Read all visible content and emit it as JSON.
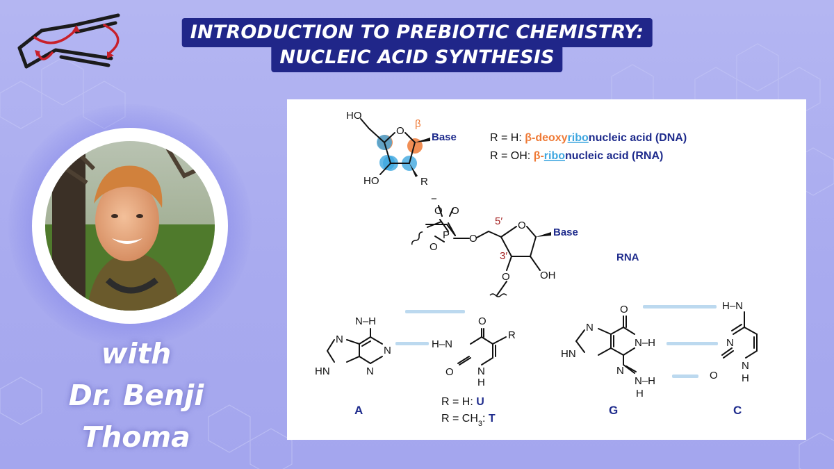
{
  "title": {
    "line1": "INTRODUCTION TO PREBIOTIC CHEMISTRY:",
    "line2": "NUCLEIC ACID SYNTHESIS"
  },
  "caption": {
    "with": "with",
    "name_line1": "Dr. Benji",
    "name_line2": "Thoma"
  },
  "colors": {
    "title_bg": "#202689",
    "background": "#a9abef",
    "accent_orange": "#ef7a36",
    "accent_blue": "#3fa7e0",
    "label_navy": "#1e2b8c",
    "locant_red": "#a31f1f",
    "hbond_blue": "#bcd9ef"
  },
  "icons": {
    "logo": "cyclohexene-reaction-arrows-logo",
    "portrait": "presenter-photo"
  },
  "chemistry": {
    "ribose": {
      "ho_top": "HO",
      "ring_o": "O",
      "beta": "β",
      "base": "Base",
      "ho_bottom": "HO",
      "r": "R"
    },
    "definitions": {
      "dna": {
        "prefix": "R = H: ",
        "beta": "β",
        "part1": "-deoxy",
        "ribo": "ribo",
        "part2": "nucleic acid (DNA)"
      },
      "rna": {
        "prefix": "R = OH: ",
        "beta": "β",
        "dash": "-",
        "ribo": "ribo",
        "part2": "nucleic acid (RNA)"
      }
    },
    "rna_backbone": {
      "charge": "−",
      "o_top": "O",
      "o_right": "O",
      "o_left": "O",
      "p": "P",
      "o_ester": "O",
      "five_prime": "5′",
      "ring_o": "O",
      "base": "Base",
      "three_prime": "3′",
      "o_3": "O",
      "oh": "OH",
      "label": "RNA"
    },
    "base_pairs": {
      "adenine": {
        "nh": "N–H",
        "n7": "N",
        "n1": "N",
        "n3": "N",
        "hn9": "HN",
        "label": "A"
      },
      "uracil": {
        "o4": "O",
        "hn3": "H–N",
        "o2": "O",
        "n1h": "N",
        "h": "H",
        "r": "R",
        "label_h_prefix": "R = H: ",
        "label_h": "U",
        "label_ch3_prefix": "R = CH",
        "label_ch3_sub": "3",
        "label_ch3_colon": ": ",
        "label_ch3": "T"
      },
      "guanine": {
        "n7": "N",
        "o6": "O",
        "n1h": "N–H",
        "n3": "N",
        "hn9": "HN",
        "nh_top": "N–H",
        "h": "H",
        "label": "G"
      },
      "cytosine": {
        "hn": "H–N",
        "h": "H",
        "n3": "N",
        "o2": "O",
        "n1": "N",
        "h1": "H",
        "label": "C"
      }
    }
  }
}
